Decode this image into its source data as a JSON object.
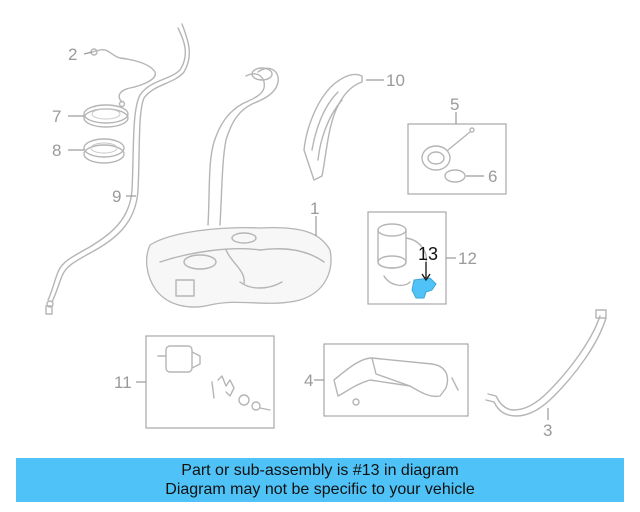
{
  "callouts": {
    "n1": "1",
    "n2": "2",
    "n3": "3",
    "n4": "4",
    "n5": "5",
    "n6": "6",
    "n7": "7",
    "n8": "8",
    "n9": "9",
    "n10": "10",
    "n11": "11",
    "n12": "12",
    "n13": "13"
  },
  "highlight_color": "#4fc3f7",
  "banner": {
    "line1": "Part or sub-assembly is #13 in diagram",
    "line2": "Diagram may not be specific to your vehicle"
  }
}
